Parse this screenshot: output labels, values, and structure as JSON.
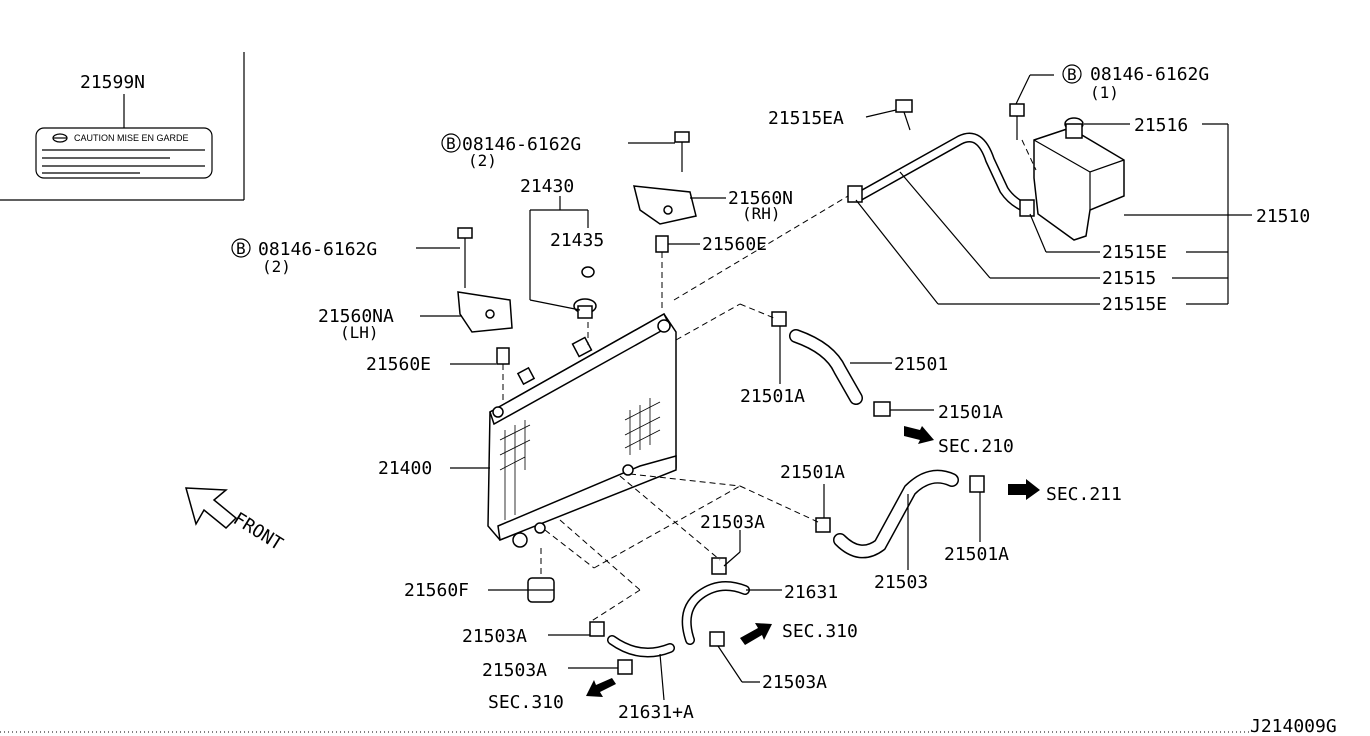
{
  "diagram_code": "J214009G",
  "caution_label": {
    "part_no": "21599N",
    "text": "CAUTION  MISE EN GARDE"
  },
  "front_indicator": "FRONT",
  "callouts": {
    "bolt_top": {
      "symbol": "B",
      "part": "08146-6162G",
      "qty": "(2)"
    },
    "bolt_left": {
      "symbol": "B",
      "part": "08146-6162G",
      "qty": "(2)"
    },
    "bolt_tank": {
      "symbol": "B",
      "part": "08146-6162G",
      "qty": "(1)"
    },
    "p21430": "21430",
    "p21435": "21435",
    "p21560N": "21560N",
    "p21560N_side": "(RH)",
    "p21560E_top": "21560E",
    "p21560NA": "21560NA",
    "p21560NA_side": "(LH)",
    "p21560E_left": "21560E",
    "p21400": "21400",
    "p21560F": "21560F",
    "p21515EA": "21515EA",
    "p21516": "21516",
    "p21510": "21510",
    "p21515E_a": "21515E",
    "p21515": "21515",
    "p21515E_b": "21515E",
    "p21501": "21501",
    "p21501A_a": "21501A",
    "p21501A_b": "21501A",
    "sec210": "SEC.210",
    "p21501A_c": "21501A",
    "sec211": "SEC.211",
    "p21501A_d": "21501A",
    "p21503": "21503",
    "p21503A_a": "21503A",
    "p21631": "21631",
    "sec310_right": "SEC.310",
    "p21503A_b": "21503A",
    "p21503A_c": "21503A",
    "p21503A_d": "21503A",
    "sec310_left": "SEC.310",
    "p21631A": "21631+A"
  }
}
